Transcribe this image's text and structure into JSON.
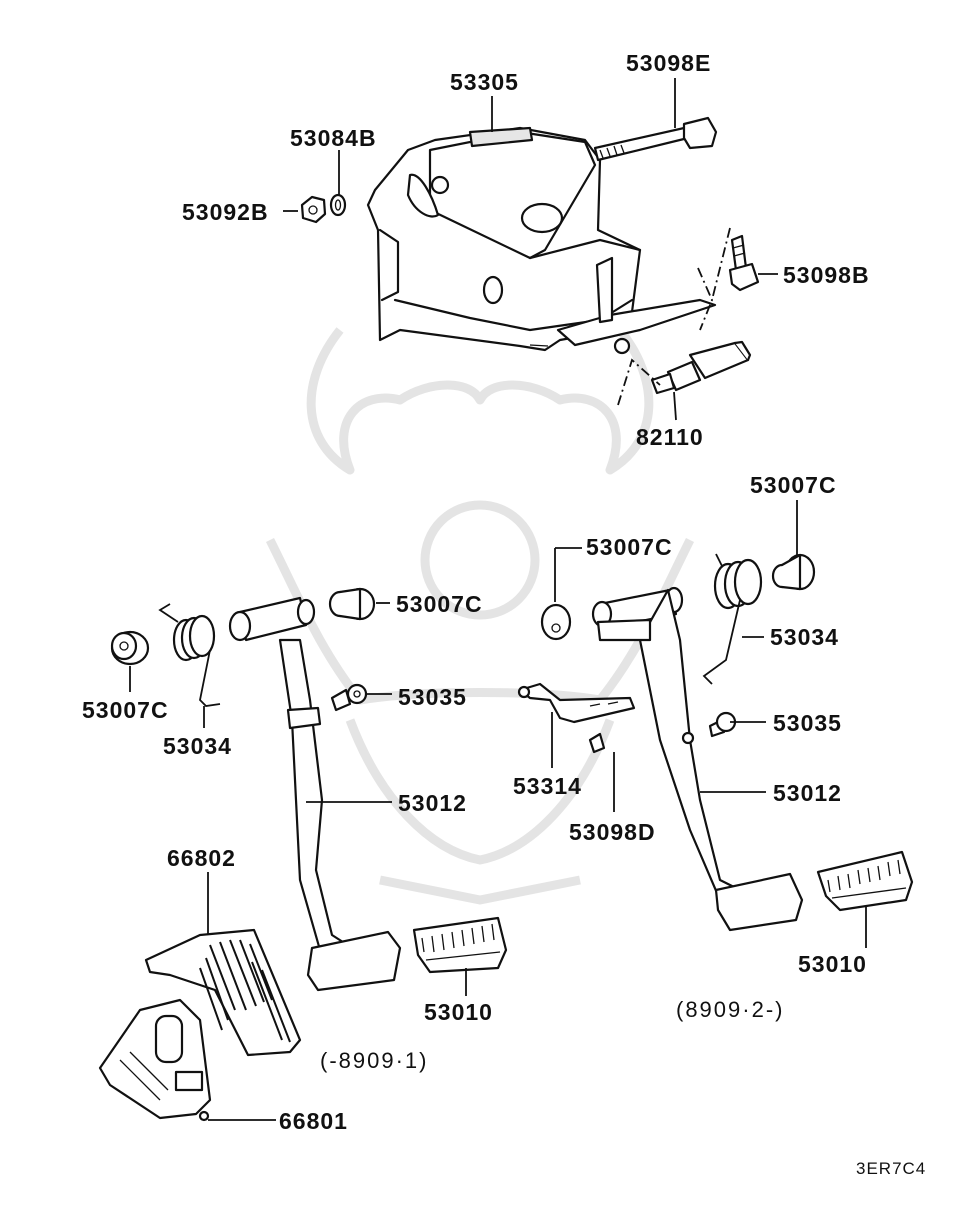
{
  "labels": {
    "p53305": "53305",
    "p53098E": "53098E",
    "p53084B": "53084B",
    "p53092B": "53092B",
    "p53098B": "53098B",
    "p82110": "82110",
    "p53007C_right_top": "53007C",
    "p53007C_center": "53007C",
    "p53007C_left_upper": "53007C",
    "p53007C_left_lower": "53007C",
    "p53034_left": "53034",
    "p53034_right": "53034",
    "p53035_left": "53035",
    "p53035_right": "53035",
    "p53314": "53314",
    "p53098D": "53098D",
    "p53012_left": "53012",
    "p53012_right": "53012",
    "p66802": "66802",
    "p66801": "66801",
    "p53010_left": "53010",
    "p53010_right": "53010"
  },
  "notes": {
    "range_left": "(-8909·1)",
    "range_right": "(8909·2-)"
  },
  "diagram_code": "3ER7C4",
  "watermark": "samurai-helmet-logo"
}
